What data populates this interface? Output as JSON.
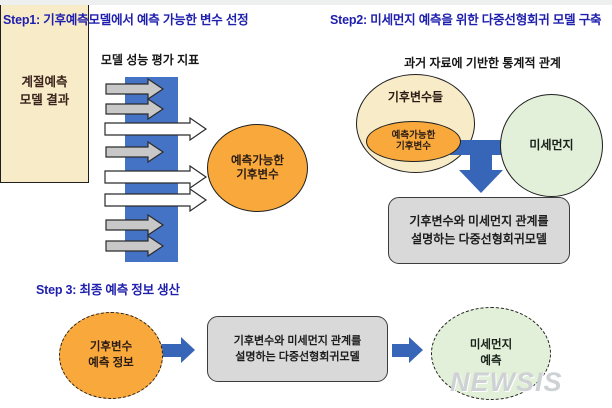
{
  "steps": {
    "step1": {
      "title": "Step1: 기후예측모델에서 예측 가능한 변수 선정",
      "metric_label": "모델 성능 평가 지표",
      "model_result_box": [
        "계절예측",
        "모델 결과"
      ],
      "predictable_vars_ellipse": [
        "예측가능한",
        "기후변수"
      ]
    },
    "step2": {
      "title": "Step2: 미세먼지 예측을 위한 다중선형회귀 모델 구축",
      "relation_label": "과거 자료에 기반한 통계적 관계",
      "climate_vars_label": "기후변수들",
      "predictable_vars_ellipse": [
        "예측가능한",
        "기후변수"
      ],
      "pm_circle_label": "미세먼지",
      "regression_box": [
        "기후변수와 미세먼지 관계를",
        "설명하는 다중선형회귀모델"
      ]
    },
    "step3": {
      "title": "Step 3: 최종 예측 정보 생산",
      "climate_forecast_ellipse": [
        "기후변수",
        "예측 정보"
      ],
      "regression_box": [
        "기후변수와 미세먼지 관계를",
        "설명하는 다중선형회귀모델"
      ],
      "pm_forecast_ellipse": [
        "미세먼지",
        "예측"
      ]
    }
  },
  "watermark": "NEWSIS",
  "colors": {
    "title_blue": "#1F1FAE",
    "shape_blue": "#4472C4",
    "connector_blue": "#3766B8",
    "orange": "#F9A93C",
    "cream": "#F8EBC8",
    "light_green": "#E2EFD9",
    "gray_box": "#D9D9D9",
    "gray_arrow": "#C8C8C8"
  }
}
